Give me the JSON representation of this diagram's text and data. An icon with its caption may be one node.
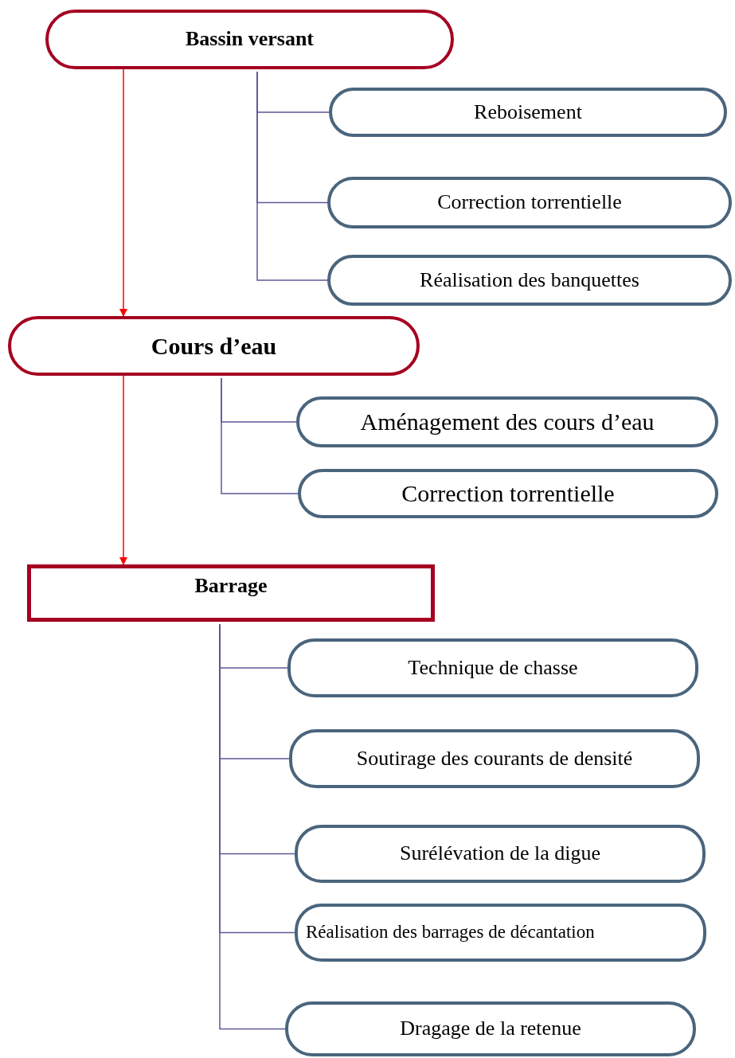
{
  "diagram": {
    "nodes": [
      {
        "text": [
          "Bassin versant"
        ]
      },
      {
        "text": [
          "Reboisement"
        ]
      },
      {
        "text": [
          "Correction torrentielle"
        ]
      },
      {
        "text": [
          "Réalisation des banquettes"
        ]
      },
      {
        "text": [
          "Cours d’eau"
        ]
      },
      {
        "text": [
          "Aménagement des cours d’eau"
        ]
      },
      {
        "text": [
          "Correction torrentielle"
        ]
      },
      {
        "text": [
          "Barrage"
        ]
      },
      {
        "text": [
          "Technique de chasse"
        ]
      },
      {
        "text": [
          "Soutirage des courants de densité"
        ]
      },
      {
        "text": [
          "Surélévation de la digue"
        ]
      },
      {
        "text": [
          "Réalisation des barrages de décantation"
        ]
      },
      {
        "text": [
          "Dragage de la retenue"
        ]
      }
    ],
    "edges": [
      {
        "from": 0,
        "to": 4,
        "arrow": "to",
        "color": "#ff0000"
      },
      {
        "from": 0,
        "to": 1,
        "arrow": "none"
      },
      {
        "from": 0,
        "to": 2,
        "arrow": "none"
      },
      {
        "from": 0,
        "to": 3,
        "arrow": "none"
      },
      {
        "from": 4,
        "to": 7,
        "arrow": "to",
        "color": "#ff0000"
      },
      {
        "from": 4,
        "to": 5,
        "arrow": "none"
      },
      {
        "from": 4,
        "to": 6,
        "arrow": "none"
      },
      {
        "from": 7,
        "to": 8,
        "arrow": "none"
      },
      {
        "from": 7,
        "to": 9,
        "arrow": "none"
      },
      {
        "from": 7,
        "to": 10,
        "arrow": "none"
      },
      {
        "from": 7,
        "to": 11,
        "arrow": "none"
      },
      {
        "from": 7,
        "to": 12,
        "arrow": "none"
      }
    ]
  }
}
